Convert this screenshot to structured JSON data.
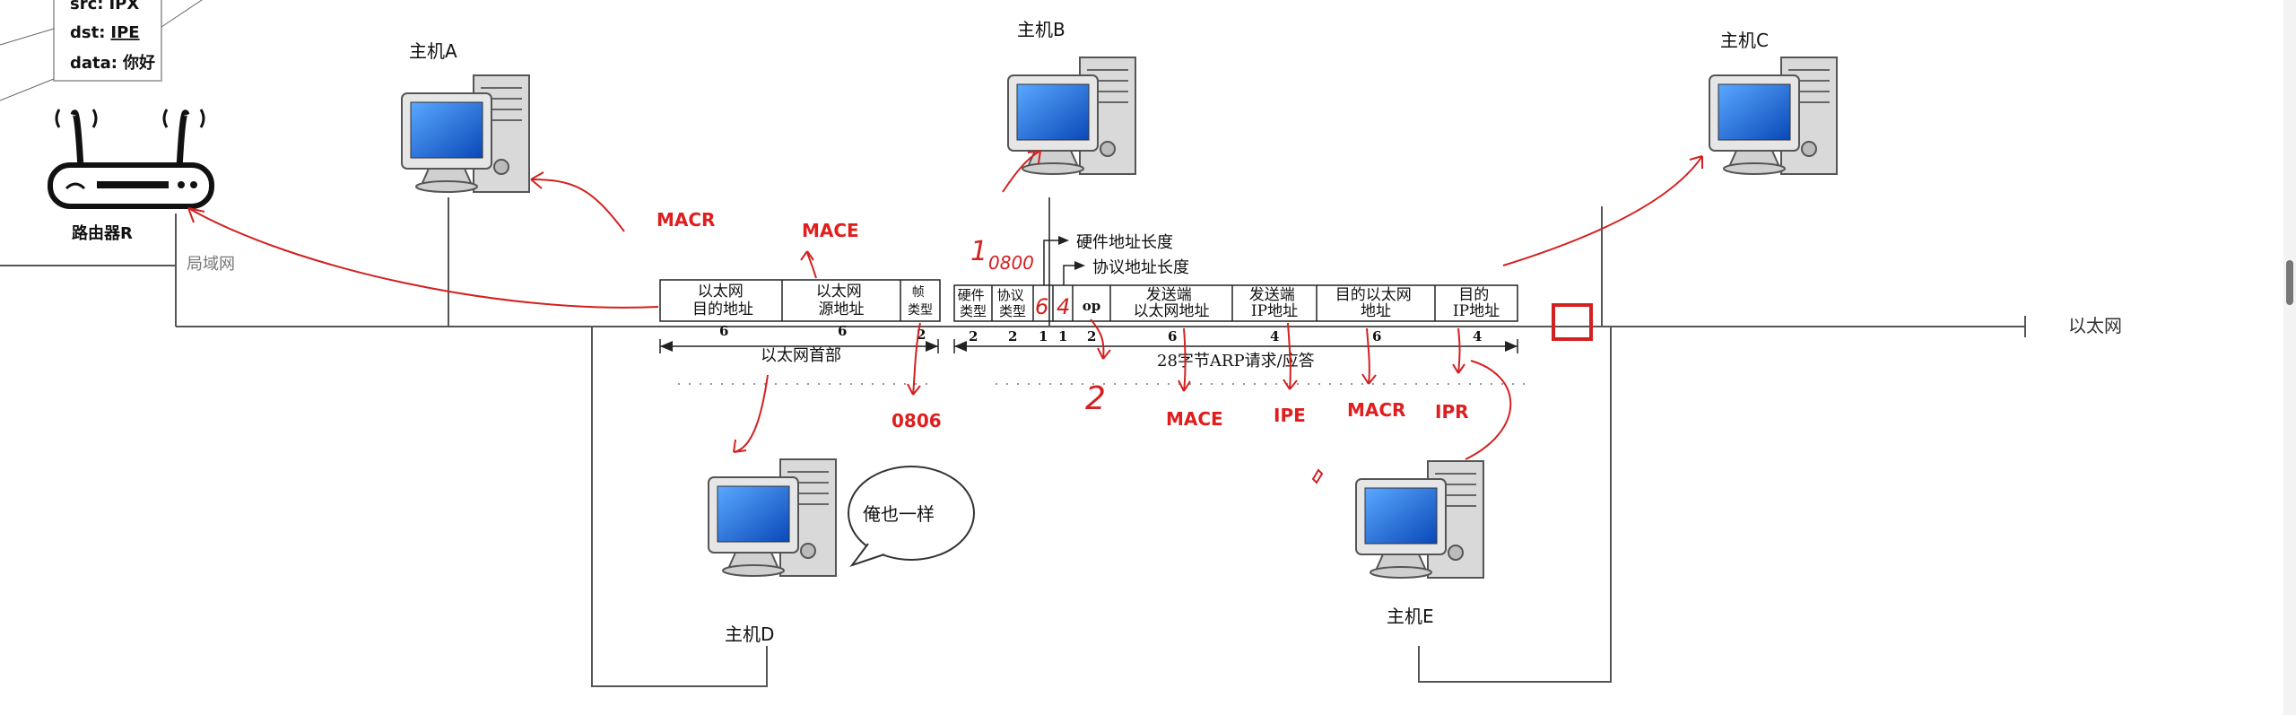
{
  "packet": {
    "src_label": "src:",
    "src_value": "IPX",
    "dst_label": "dst:",
    "dst_value": "IPE",
    "data_label": "data:",
    "data_value": "你好"
  },
  "router": {
    "label": "路由器R"
  },
  "lan_label": "局域网",
  "ethernet_label": "以太网",
  "hosts": {
    "a": "主机A",
    "b": "主机B",
    "c": "主机C",
    "d": "主机D",
    "e": "主机E"
  },
  "speech": "俺也一样",
  "frame": {
    "eth_fields": [
      {
        "line1": "以太网",
        "line2": "目的地址",
        "size": "6"
      },
      {
        "line1": "以太网",
        "line2": "源地址",
        "size": "6"
      },
      {
        "line1": "帧",
        "line2": "类型",
        "size": "2"
      }
    ],
    "arp_fields": [
      {
        "line1": "硬件",
        "line2": "类型",
        "size": "2"
      },
      {
        "line1": "协议",
        "line2": "类型",
        "size": "2"
      },
      {
        "line1": "",
        "line2": "",
        "size": "1"
      },
      {
        "line1": "",
        "line2": "",
        "size": "1"
      },
      {
        "line1": "op",
        "line2": "",
        "size": "2"
      },
      {
        "line1": "发送端",
        "line2": "以太网地址",
        "size": "6"
      },
      {
        "line1": "发送端",
        "line2": "IP地址",
        "size": "4"
      },
      {
        "line1": "目的以太网",
        "line2": "地址",
        "size": "6"
      },
      {
        "line1": "目的",
        "line2": "IP地址",
        "size": "4"
      }
    ],
    "hw_len_label": "硬件地址长度",
    "proto_len_label": "协议地址长度",
    "eth_header_label": "以太网首部",
    "arp_label": "28字节ARP请求/应答"
  },
  "annotations": {
    "macr_top": "MACR",
    "mace_top": "MACE",
    "type_value": "0806",
    "mace_bottom": "MACE",
    "ipe_bottom": "IPE",
    "macr_bottom": "MACR",
    "ipr_bottom": "IPR",
    "hw_type_hand": "1",
    "proto_type_hand": "0800",
    "hw_len_hand": "6",
    "proto_len_hand": "4",
    "op_hand": "2"
  },
  "colors": {
    "annotation_red": "#e01e1e",
    "line": "#555555",
    "monitor_blue": "#1f6fd0"
  }
}
